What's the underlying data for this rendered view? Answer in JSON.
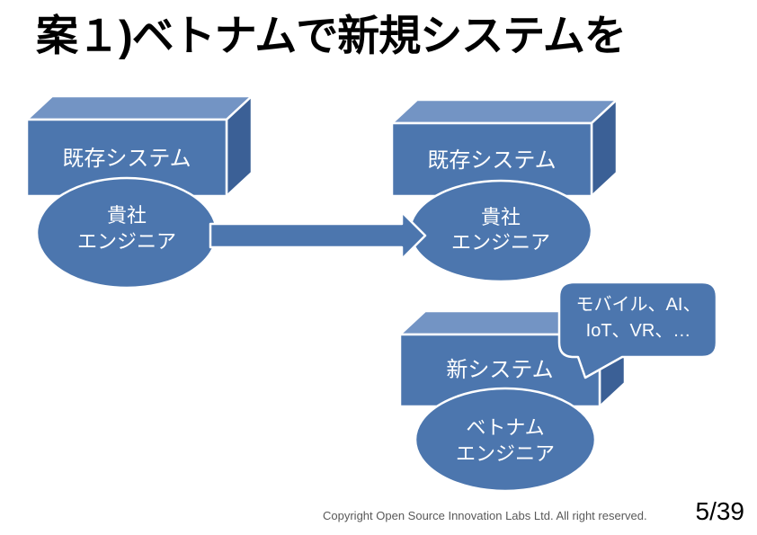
{
  "title": "案１)ベトナムで新規システムを",
  "diagram": {
    "left": {
      "box_label": "既存システム",
      "ellipse_line1": "貴社",
      "ellipse_line2": "エンジニア"
    },
    "right": {
      "box_label": "既存システム",
      "ellipse_line1": "貴社",
      "ellipse_line2": "エンジニア"
    },
    "bottom": {
      "box_label": "新システム",
      "ellipse_line1": "ベトナム",
      "ellipse_line2": "エンジニア"
    },
    "callout": {
      "line1": "モバイル、AI、",
      "line2": "IoT、VR、…"
    }
  },
  "footer": {
    "copyright": "Copyright Open Source Innovation Labs Ltd. All right reserved.",
    "page": "5/39"
  },
  "colors": {
    "shape_front": "#4c76ae",
    "shape_top": "#7394c4",
    "shape_side": "#3b6096",
    "shape_outline": "#ffffff",
    "shape_text": "#ffffff",
    "title_text": "#000000",
    "footer_text": "#595959"
  }
}
